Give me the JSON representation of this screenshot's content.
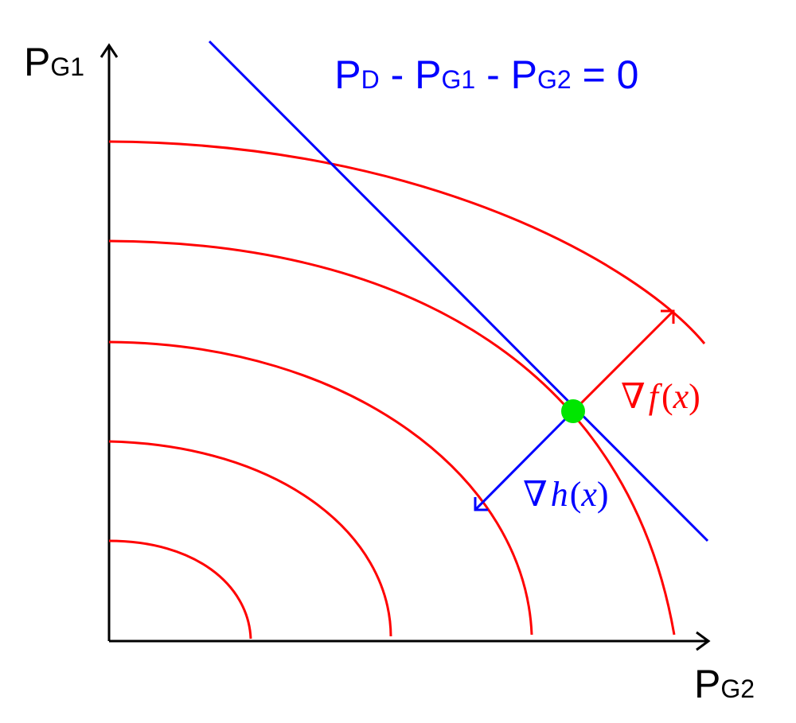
{
  "axes": {
    "y_label_main": "P",
    "y_label_sub": "G1",
    "x_label_main": "P",
    "x_label_sub": "G2"
  },
  "equation": {
    "p1": "P",
    "s1": "D",
    "op1": " - ",
    "p2": "P",
    "s2": "G1",
    "op2": " - ",
    "p3": "P",
    "s3": "G2",
    "rhs": " = 0"
  },
  "gradient_f": {
    "nabla": "∇",
    "fn": "f",
    "open": "(",
    "arg": "x",
    "close": ")"
  },
  "gradient_h": {
    "nabla": "∇",
    "fn": "h",
    "open": "(",
    "arg": "x",
    "close": ")"
  },
  "colors": {
    "axis": "#000000",
    "contour": "#ff0000",
    "constraint": "#0000ff",
    "optimum": "#00e600"
  }
}
